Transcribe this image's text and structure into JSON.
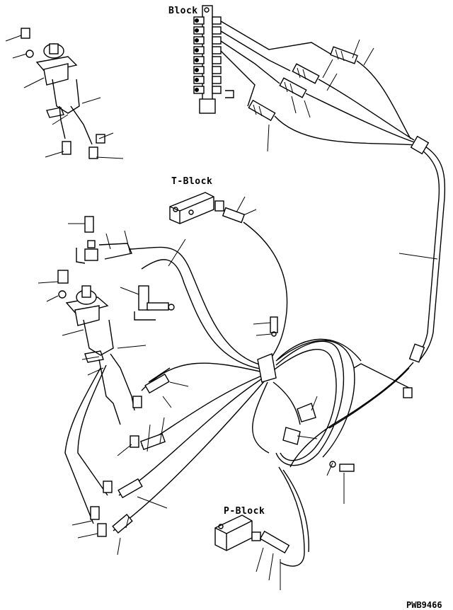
{
  "labels": {
    "block": "Block",
    "t_block": "T-Block",
    "p_block": "P-Block"
  },
  "figure_code": "PWB9466"
}
